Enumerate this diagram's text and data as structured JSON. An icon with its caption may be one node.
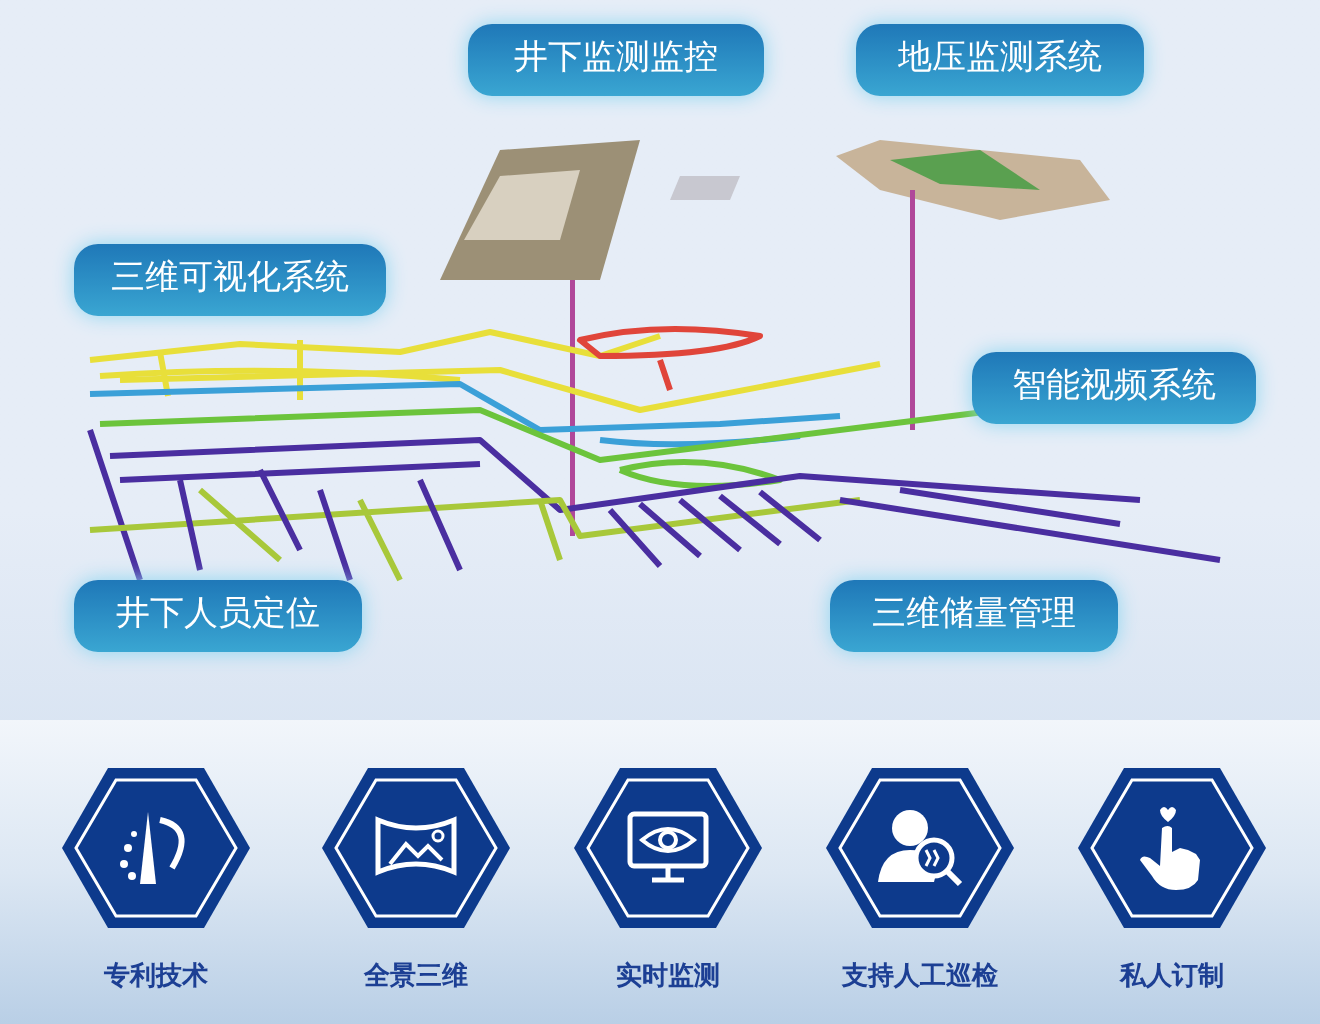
{
  "diagram": {
    "nodes": [
      {
        "text": [
          "井下监测监控"
        ]
      },
      {
        "text": [
          "地压监测系统"
        ]
      },
      {
        "text": [
          "三维可视化系统"
        ]
      },
      {
        "text": [
          "智能视频系统"
        ]
      },
      {
        "text": [
          "井下人员定位"
        ]
      },
      {
        "text": [
          "三维储量管理"
        ]
      },
      {
        "text": [
          "专利技术"
        ]
      },
      {
        "text": [
          "全景三维"
        ]
      },
      {
        "text": [
          "实时监测"
        ]
      },
      {
        "text": [
          "支持人工巡检"
        ]
      },
      {
        "text": [
          "私人订制"
        ]
      }
    ]
  }
}
